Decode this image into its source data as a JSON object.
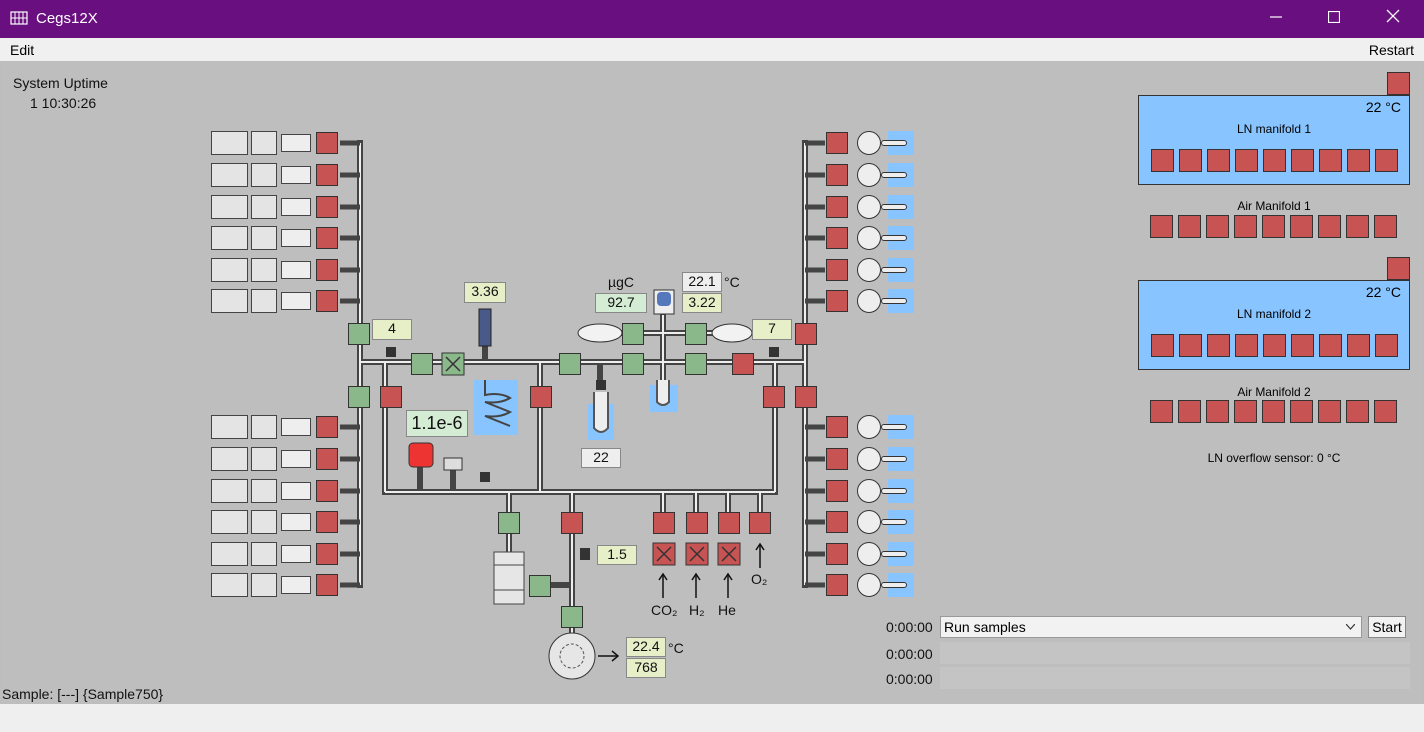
{
  "window": {
    "title": "Cegs12X"
  },
  "menu": {
    "edit": "Edit",
    "restart": "Restart"
  },
  "uptime": {
    "label": "System Uptime",
    "value": "1 10:30:26"
  },
  "readouts": {
    "pressure_left": "4",
    "pressure_right": "7",
    "vtt_temp": "3.36",
    "ugc_label": "µgC",
    "ugc_value": "92.7",
    "gm_temp": "22.1",
    "gm_temp_unit": "°C",
    "gm_pressure": "3.22",
    "ion_gauge": "1.1e-6",
    "d13c_temp": "22",
    "foreline": "1.5",
    "pump_temp": "22.4",
    "pump_temp_unit": "°C",
    "pump_pressure": "768"
  },
  "gases": {
    "co2": "CO₂",
    "h2": "H₂",
    "he": "He",
    "o2": "O₂"
  },
  "manifolds": {
    "ln1": {
      "name": "LN manifold 1",
      "temp": "22 °C"
    },
    "air1": {
      "name": "Air Manifold 1"
    },
    "ln2": {
      "name": "LN manifold 2",
      "temp": "22 °C"
    },
    "air2": {
      "name": "Air Manifold 2"
    },
    "overflow": "LN overflow sensor: 0 °C"
  },
  "process": {
    "selected": "Run samples",
    "start": "Start",
    "timers": [
      "0:00:00",
      "0:00:00",
      "0:00:00"
    ]
  },
  "status": {
    "sample": "Sample:  [---] {Sample750}"
  },
  "colors": {
    "titlebar": "#6a0f80",
    "valve_closed": "#c85353",
    "valve_open": "#8ab88a",
    "ln": "#88c4ff"
  }
}
